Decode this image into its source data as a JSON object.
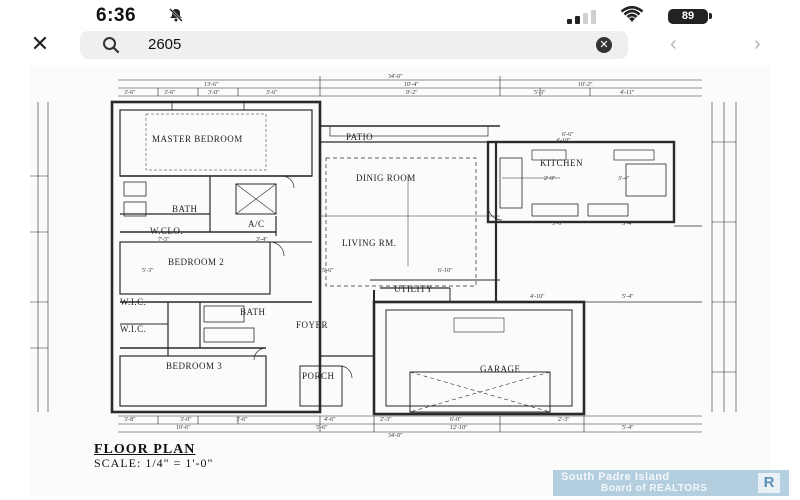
{
  "status_bar": {
    "time": "6:36",
    "mute_icon": "bell-slash-icon",
    "battery": "89"
  },
  "search": {
    "query": "2605",
    "close_icon": "close-icon",
    "search_icon": "search-icon",
    "clear_icon": "clear-icon",
    "prev_icon": "chevron-left-icon",
    "next_icon": "chevron-right-icon"
  },
  "floor_plan": {
    "rooms": {
      "master_bedroom": "MASTER BEDROOM",
      "patio": "PATIO",
      "dining_room": "DINIG ROOM",
      "kitchen": "KITCHEN",
      "bath_1": "BATH",
      "wclo": "W.CLO.",
      "ac": "A/C",
      "living_rm": "LIVING RM.",
      "bedroom_2": "BEDROOM 2",
      "utility": "UTILITY",
      "wic_1": "W.I.C.",
      "wic_2": "W.I.C.",
      "bath_2": "BATH",
      "foyer": "FOYER",
      "bedroom_3": "BEDROOM 3",
      "porch": "PORCH",
      "garage": "GARAGE"
    },
    "dimensions": {
      "top_total": "34'-0\"",
      "top_left": "13'-6\"",
      "top_mid": "10'-4\"",
      "top_right": "10'-2\"",
      "top_a": "3'-6\"",
      "top_b": "3'-6\"",
      "top_c": "3'-0\"",
      "top_d": "3'-6\"",
      "top_e": "9'-2\"",
      "top_f": "5'-3\"",
      "top_g": "4'-11\"",
      "bot_a": "3'-8\"",
      "bot_b": "3'-0\"",
      "bot_c": "3'-6\"",
      "bot_d": "4'-6\"",
      "bot_e": "2'-3\"",
      "bot_f": "6'-0\"",
      "bot_g": "2'-3\"",
      "bot_h": "10'-6\"",
      "bot_i": "5'-6\"",
      "bot_j": "12'-10\"",
      "bot_k": "5'-4\"",
      "bot_total": "34'-0\"",
      "mid_a": "4'-10\"",
      "mid_b": "3'-4\"",
      "mid_c": "7'-5\"",
      "mid_d": "5'-3\"",
      "mid_e": "5'-6\"",
      "mid_f": "6'-10\"",
      "mid_g": "4'-10\"",
      "mid_h": "5'-4\"",
      "mid_i": "6'-6\"",
      "mid_j": "5'-4\"",
      "mid_k": "3'-0\"",
      "mid_l": "2'-0\"",
      "mid_m": "3'-4\""
    },
    "title": "FLOOR PLAN",
    "scale": "SCALE: 1/4\" = 1'-0\""
  },
  "watermark": {
    "line1": "South Padre Island",
    "line2": "Board of REALTORS",
    "badge": "R"
  },
  "colors": {
    "line": "#2a2a2a",
    "search_bg": "#efefef",
    "watermark": "#78aac8"
  }
}
